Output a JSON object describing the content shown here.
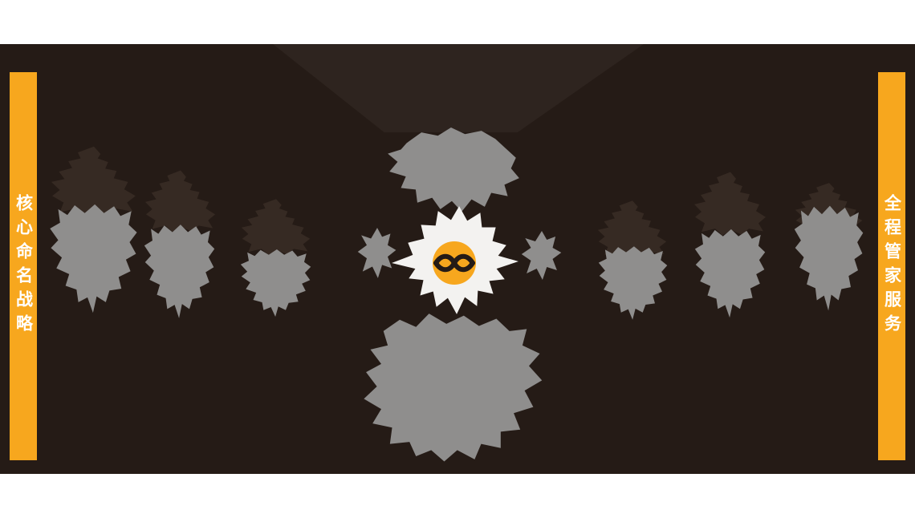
{
  "banner": {
    "left_ribbon": {
      "text": "核心命名战略"
    },
    "right_ribbon": {
      "text": "全程管家服务"
    },
    "logo": {
      "name": "wave-logo",
      "circle_color": "#f7a71e",
      "wave_color": "#251b16"
    },
    "colors": {
      "background": "#251b16",
      "beam": "#2e241f",
      "dark_splash": "#362a23",
      "gray_splash": "#8f8e8d",
      "white_splash": "#f3f2f0",
      "ribbon_orange": "#f7a71e",
      "ribbon_text": "#ffffff"
    }
  }
}
